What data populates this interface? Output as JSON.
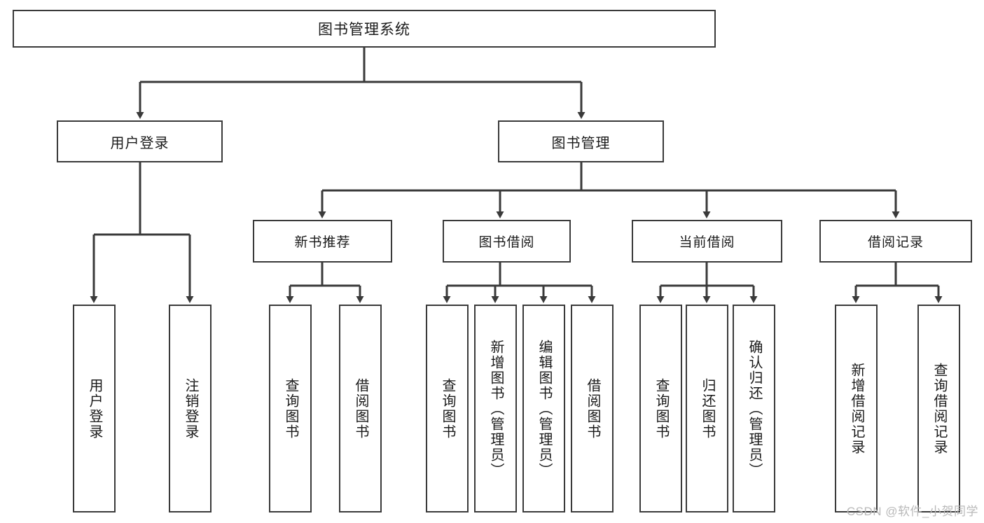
{
  "diagram": {
    "title": "图书管理系统",
    "type": "tree",
    "watermark": "CSDN @软件_小贺同学",
    "colors": {
      "box_border": "#3a3a3a",
      "box_fill": "#ffffff",
      "edge": "#3a3a3a",
      "text": "#1a1a1a",
      "watermark": "#b9b9b9"
    },
    "nodes": {
      "root": {
        "label": "图书管理系统"
      },
      "level2": [
        {
          "id": "user_login",
          "label": "用户登录"
        },
        {
          "id": "book_mgmt",
          "label": "图书管理"
        }
      ],
      "level3": [
        {
          "id": "new_book_rec",
          "label": "新书推荐",
          "parent": "book_mgmt"
        },
        {
          "id": "book_borrow",
          "label": "图书借阅",
          "parent": "book_mgmt"
        },
        {
          "id": "current_borrow",
          "label": "当前借阅",
          "parent": "book_mgmt"
        },
        {
          "id": "borrow_record",
          "label": "借阅记录",
          "parent": "book_mgmt"
        }
      ],
      "leaves": [
        {
          "id": "leaf_user_login",
          "label": "用户登录",
          "parent": "user_login"
        },
        {
          "id": "leaf_logout",
          "label": "注销登录",
          "parent": "user_login"
        },
        {
          "id": "leaf_query_book_1",
          "label": "查询图书",
          "parent": "new_book_rec"
        },
        {
          "id": "leaf_borrow_book_1",
          "label": "借阅图书",
          "parent": "new_book_rec"
        },
        {
          "id": "leaf_query_book_2",
          "label": "查询图书",
          "parent": "book_borrow"
        },
        {
          "id": "leaf_add_book",
          "label": "新增图书（管理员）",
          "parent": "book_borrow"
        },
        {
          "id": "leaf_edit_book",
          "label": "编辑图书（管理员）",
          "parent": "book_borrow"
        },
        {
          "id": "leaf_borrow_book_2",
          "label": "借阅图书",
          "parent": "book_borrow"
        },
        {
          "id": "leaf_query_book_3",
          "label": "查询图书",
          "parent": "current_borrow"
        },
        {
          "id": "leaf_return_book",
          "label": "归还图书",
          "parent": "current_borrow"
        },
        {
          "id": "leaf_confirm_return",
          "label": "确认归还（管理员）",
          "parent": "current_borrow"
        },
        {
          "id": "leaf_add_record",
          "label": "新增借阅记录",
          "parent": "borrow_record"
        },
        {
          "id": "leaf_query_record",
          "label": "查询借阅记录",
          "parent": "borrow_record"
        }
      ]
    }
  }
}
